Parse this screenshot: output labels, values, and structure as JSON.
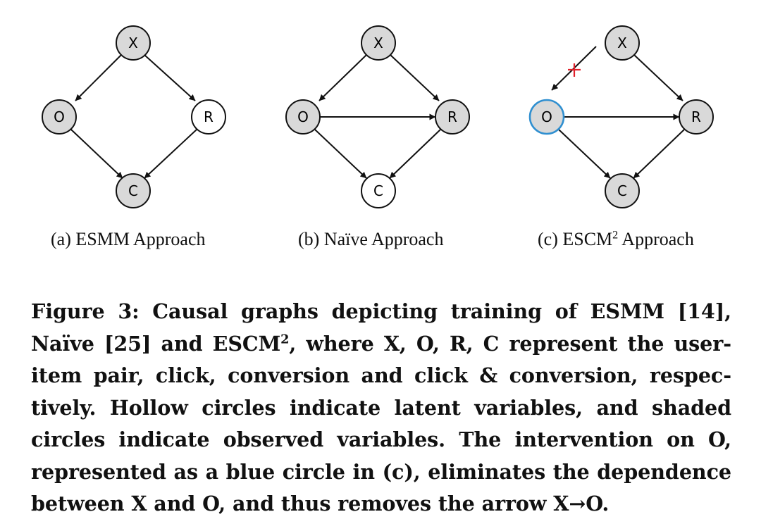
{
  "nodes": {
    "x": "X",
    "o": "O",
    "r": "R",
    "c": "C"
  },
  "subfigures": [
    {
      "caption": "(a) ESMM Approach"
    },
    {
      "caption": "(b) Naïve Approach"
    },
    {
      "caption_prefix": "(c) ESCM",
      "caption_sup": "2",
      "caption_suffix": " Approach"
    }
  ],
  "caption": {
    "lines": [
      {
        "text": "Figure 3: Causal graphs depicting training of ESMM [14],"
      },
      {
        "pre": "Naïve [25] and ESCM",
        "sup": "2",
        "post": ", where X, O, R, C represent the user-"
      },
      {
        "text": "item pair, click, conversion and click & conversion, respec-"
      },
      {
        "text": "tively. Hollow circles indicate latent variables, and shaded"
      },
      {
        "text": "circles indicate observed variables. The intervention on O,"
      },
      {
        "text": "represented as a blue circle in (c), eliminates the dependence"
      },
      {
        "text": "between X and O, and thus removes the arrow X→O."
      }
    ]
  },
  "colors": {
    "observed_fill": "#d9d9d9",
    "latent_fill": "#ffffff",
    "intervention_stroke": "#2f8fd0",
    "cut_mark": "#e0202a"
  }
}
